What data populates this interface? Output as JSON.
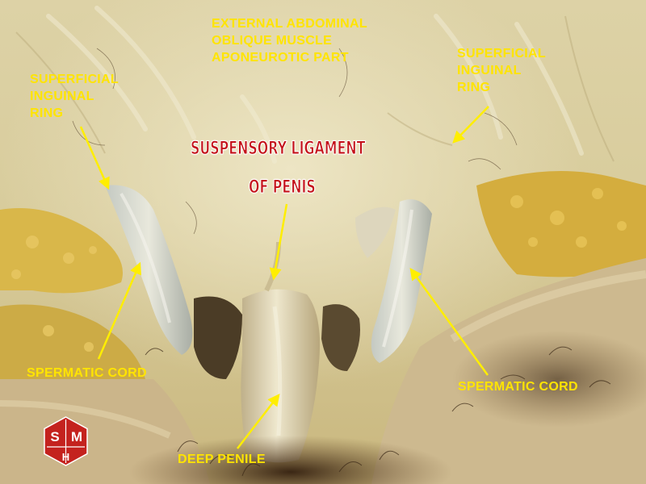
{
  "colors": {
    "label_yellow": "#ffe400",
    "arrow_yellow": "#ffee00",
    "title_red": "#c4121a",
    "logo_red": "#c4221e"
  },
  "labels": {
    "external_oblique": [
      "EXTERNAL ABDOMINAL",
      "OBLIQUE MUSCLE",
      "APONEUROTIC PART"
    ],
    "ring_left": [
      "SUPERFICIAL",
      "INGUINAL",
      "RING"
    ],
    "ring_right": [
      "SUPERFICIAL",
      "INGUINAL",
      "RING"
    ],
    "suspensory": [
      "SUSPENSORY LIGAMENT",
      "OF PENIS"
    ],
    "cord_left": "SPERMATIC CORD",
    "cord_right": "SPERMATIC CORD",
    "deep_penile": "DEEP PENILE"
  },
  "logo": {
    "letters": [
      "S",
      "M",
      "H"
    ]
  }
}
